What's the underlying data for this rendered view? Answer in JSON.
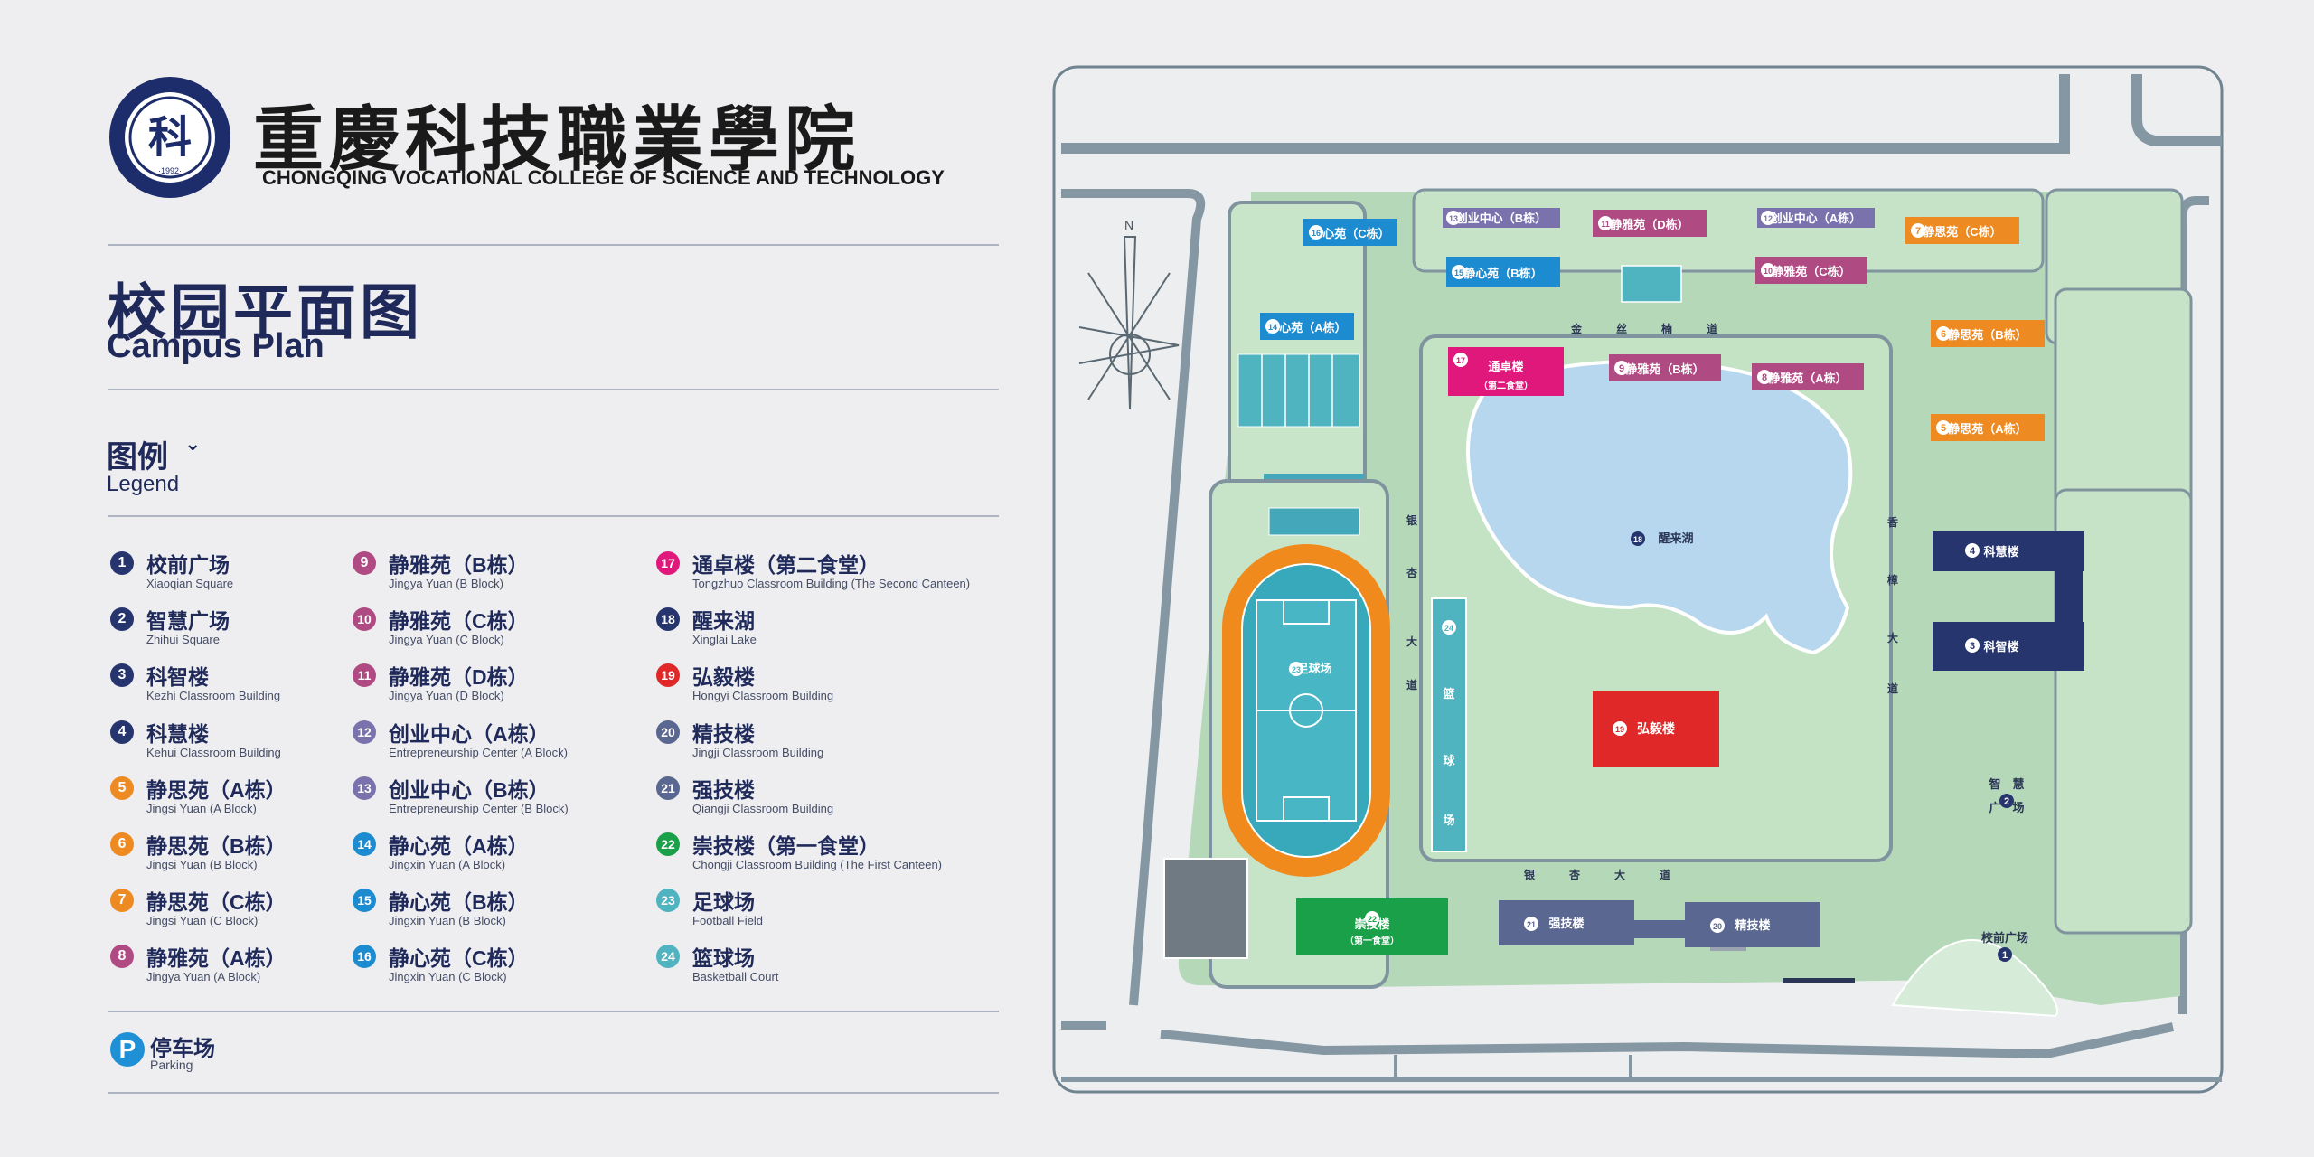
{
  "header": {
    "school_name_cn": "重慶科技職業學院",
    "school_name_en": "CHONGQING VOCATIONAL COLLEGE OF SCIENCE AND TECHNOLOGY",
    "logo_char": "科",
    "logo_year": "·1992·"
  },
  "title": {
    "cn": "校园平面图",
    "en": "Campus Plan"
  },
  "legend": {
    "title_cn": "图例",
    "title_en": "Legend",
    "items": [
      {
        "num": "1",
        "cn": "校前广场",
        "en": "Xiaoqian Square",
        "color": "#26356e"
      },
      {
        "num": "2",
        "cn": "智慧广场",
        "en": "Zhihui Square",
        "color": "#26356e"
      },
      {
        "num": "3",
        "cn": "科智楼",
        "en": "Kezhi Classroom Building",
        "color": "#26356e"
      },
      {
        "num": "4",
        "cn": "科慧楼",
        "en": "Kehui Classroom Building",
        "color": "#26356e"
      },
      {
        "num": "5",
        "cn": "静思苑（A栋）",
        "en": "Jingsi Yuan  (A Block)",
        "color": "#ee8a22"
      },
      {
        "num": "6",
        "cn": "静思苑（B栋）",
        "en": "Jingsi Yuan  (B Block)",
        "color": "#ee8a22"
      },
      {
        "num": "7",
        "cn": "静思苑（C栋）",
        "en": "Jingsi Yuan  (C Block)",
        "color": "#ee8a22"
      },
      {
        "num": "8",
        "cn": "静雅苑（A栋）",
        "en": "Jingya Yuan  (A Block)",
        "color": "#b04a82"
      },
      {
        "num": "9",
        "cn": "静雅苑（B栋）",
        "en": "Jingya Yuan  (B Block)",
        "color": "#b04a82"
      },
      {
        "num": "10",
        "cn": "静雅苑（C栋）",
        "en": "Jingya Yuan  (C Block)",
        "color": "#b04a82"
      },
      {
        "num": "11",
        "cn": "静雅苑（D栋）",
        "en": "Jingya Yuan  (D Block)",
        "color": "#b04a82"
      },
      {
        "num": "12",
        "cn": "创业中心（A栋）",
        "en": "Entrepreneurship Center (A Block)",
        "color": "#7a72ad"
      },
      {
        "num": "13",
        "cn": "创业中心（B栋）",
        "en": "Entrepreneurship Center (B Block)",
        "color": "#7a72ad"
      },
      {
        "num": "14",
        "cn": "静心苑（A栋）",
        "en": "Jingxin Yuan  (A Block)",
        "color": "#1c8bd0"
      },
      {
        "num": "15",
        "cn": "静心苑（B栋）",
        "en": "Jingxin Yuan  (B Block)",
        "color": "#1c8bd0"
      },
      {
        "num": "16",
        "cn": "静心苑（C栋）",
        "en": "Jingxin Yuan  (C Block)",
        "color": "#1c8bd0"
      },
      {
        "num": "17",
        "cn": "通卓楼（第二食堂）",
        "en": "Tongzhuo Classroom Building  (The Second Canteen)",
        "color": "#e0187c"
      },
      {
        "num": "18",
        "cn": "醒来湖",
        "en": "Xinglai Lake",
        "color": "#26356e"
      },
      {
        "num": "19",
        "cn": "弘毅楼",
        "en": "Hongyi Classroom Building",
        "color": "#e02828"
      },
      {
        "num": "20",
        "cn": "精技楼",
        "en": "Jingji Classroom Building",
        "color": "#5a6790"
      },
      {
        "num": "21",
        "cn": "强技楼",
        "en": "Qiangji Classroom Building",
        "color": "#5a6790"
      },
      {
        "num": "22",
        "cn": "崇技楼（第一食堂）",
        "en": "Chongji Classroom Building  (The First Canteen)",
        "color": "#1ba04a"
      },
      {
        "num": "23",
        "cn": "足球场",
        "en": "Football Field",
        "color": "#4fb3c0"
      },
      {
        "num": "24",
        "cn": "篮球场",
        "en": "Basketball Court",
        "color": "#4fb3c0"
      }
    ],
    "parking": {
      "icon": "P",
      "cn": "停车场",
      "en": "Parking",
      "color": "#1f8fd6"
    }
  },
  "map": {
    "north_label": "N",
    "buildings": {
      "b16": "静心苑（C栋）",
      "b13": "创业中心（B栋）",
      "b11": "静雅苑（D栋）",
      "b12": "创业中心（A栋）",
      "b7": "静思苑（C栋）",
      "b15": "静心苑（B栋）",
      "b10": "静雅苑（C栋）",
      "b14": "静心苑（A栋）",
      "b6": "静思苑（B栋）",
      "b17": "通卓楼",
      "b17_sub": "（第二食堂）",
      "b9": "静雅苑（B栋）",
      "b8": "静雅苑（A栋）",
      "b5": "静思苑（A栋）",
      "b4": "科慧楼",
      "b3": "科智楼",
      "b18": "醒来湖",
      "b19": "弘毅楼",
      "b23": "足球场",
      "b22": "崇技楼",
      "b22_sub": "（第一食堂）",
      "b21": "强技楼",
      "b20": "精技楼",
      "b1": "校前广场",
      "b2_a": "智",
      "b2_b": "慧",
      "b2_c": "广",
      "b2_d": "场",
      "b24_a": "篮",
      "b24_b": "球",
      "b24_c": "场"
    },
    "roads": {
      "jinsi": [
        "金",
        "丝",
        "楠",
        "道"
      ],
      "yinxing_top": [
        "银",
        "杏",
        "大",
        "道"
      ],
      "yinxing_west": [
        "银",
        "杏",
        "大",
        "道"
      ],
      "xiangzhang": [
        "香",
        "樟",
        "大",
        "道"
      ]
    }
  }
}
